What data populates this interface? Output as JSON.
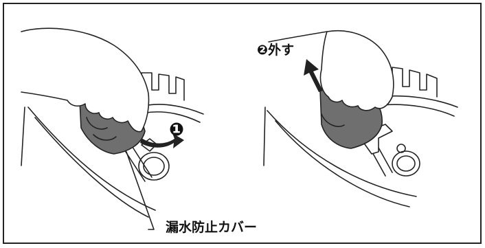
{
  "steps": {
    "step1_marker": "❶",
    "step2_label": "❷外す"
  },
  "callout": {
    "label": "漏水防止カバー"
  },
  "colors": {
    "cover_gray": "#6f6f6f",
    "outline": "#222222"
  }
}
